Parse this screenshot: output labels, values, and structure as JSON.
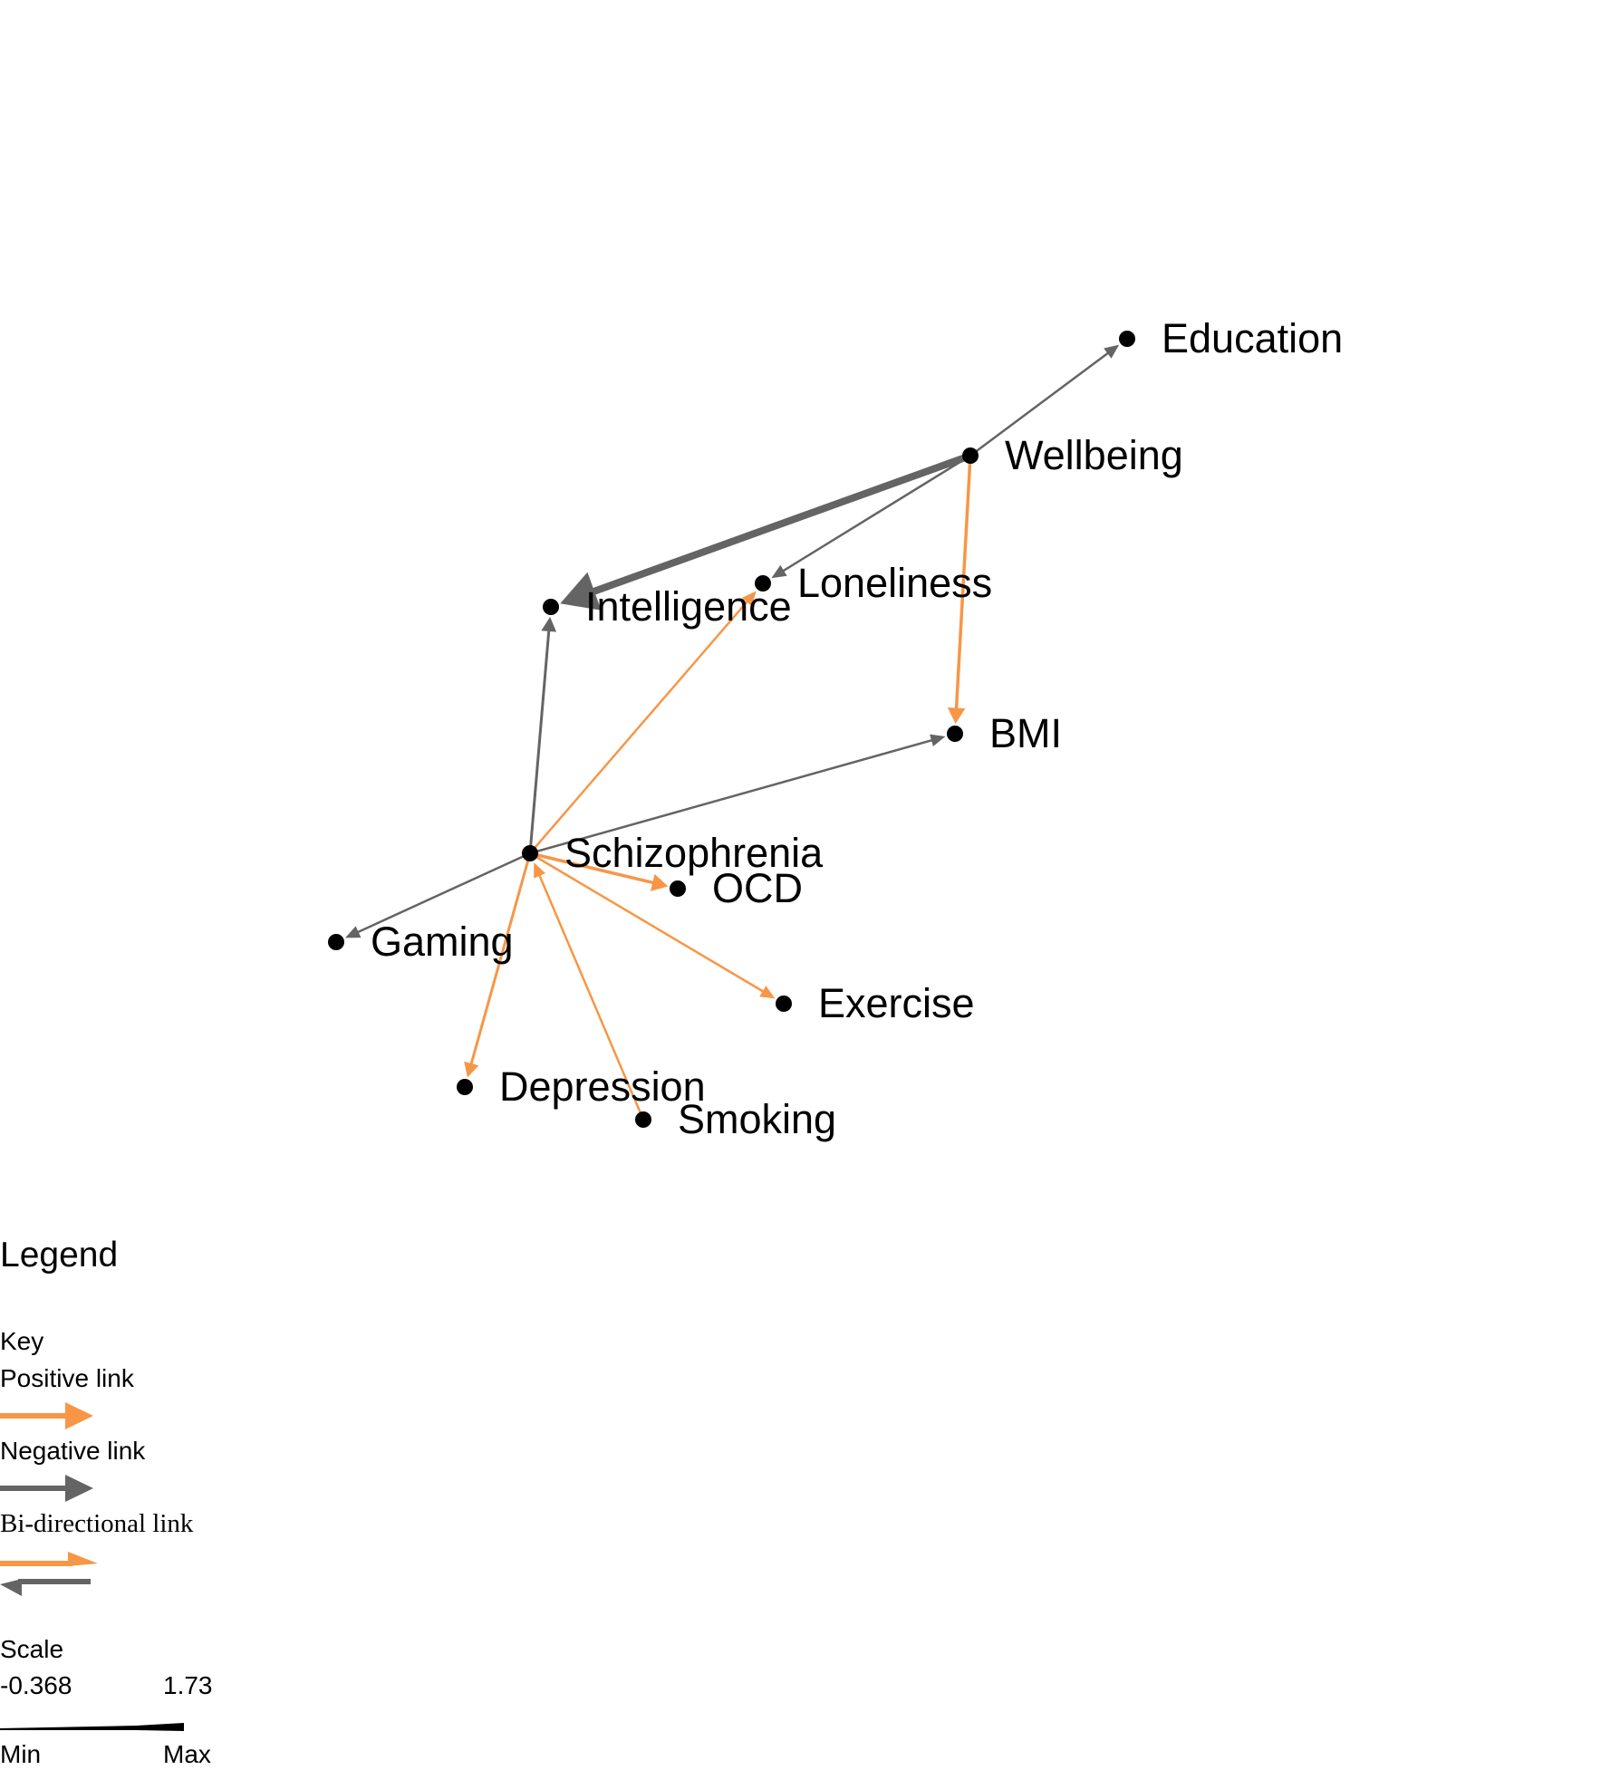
{
  "colors": {
    "positive": "#F79646",
    "negative": "#646464",
    "node": "#000000"
  },
  "nodes": [
    {
      "id": "education",
      "label": "Education"
    },
    {
      "id": "wellbeing",
      "label": "Wellbeing"
    },
    {
      "id": "loneliness",
      "label": "Loneliness"
    },
    {
      "id": "intelligence",
      "label": "Intelligence"
    },
    {
      "id": "bmi",
      "label": "BMI"
    },
    {
      "id": "schizophrenia",
      "label": "Schizophrenia"
    },
    {
      "id": "ocd",
      "label": "OCD"
    },
    {
      "id": "gaming",
      "label": "Gaming"
    },
    {
      "id": "exercise",
      "label": "Exercise"
    },
    {
      "id": "depression",
      "label": "Depression"
    },
    {
      "id": "smoking",
      "label": "Smoking"
    }
  ],
  "edges": [
    {
      "from": "wellbeing",
      "to": "education",
      "sign": "negative"
    },
    {
      "from": "wellbeing",
      "to": "intelligence",
      "sign": "negative"
    },
    {
      "from": "wellbeing",
      "to": "loneliness",
      "sign": "negative"
    },
    {
      "from": "wellbeing",
      "to": "bmi",
      "sign": "positive"
    },
    {
      "from": "schizophrenia",
      "to": "intelligence",
      "sign": "negative"
    },
    {
      "from": "schizophrenia",
      "to": "loneliness",
      "sign": "positive"
    },
    {
      "from": "schizophrenia",
      "to": "bmi",
      "sign": "negative"
    },
    {
      "from": "schizophrenia",
      "to": "gaming",
      "sign": "negative"
    },
    {
      "from": "schizophrenia",
      "to": "ocd",
      "sign": "positive"
    },
    {
      "from": "schizophrenia",
      "to": "exercise",
      "sign": "positive"
    },
    {
      "from": "schizophrenia",
      "to": "depression",
      "sign": "positive"
    },
    {
      "from": "smoking",
      "to": "schizophrenia",
      "sign": "positive"
    }
  ],
  "legend": {
    "title": "Legend",
    "key_label": "Key",
    "positive_label": "Positive link",
    "negative_label": "Negative link",
    "bidirectional_label": "Bi-directional link",
    "scale_label": "Scale",
    "scale_min_value": "-0.368",
    "scale_max_value": "1.73",
    "min_label": "Min",
    "max_label": "Max"
  }
}
